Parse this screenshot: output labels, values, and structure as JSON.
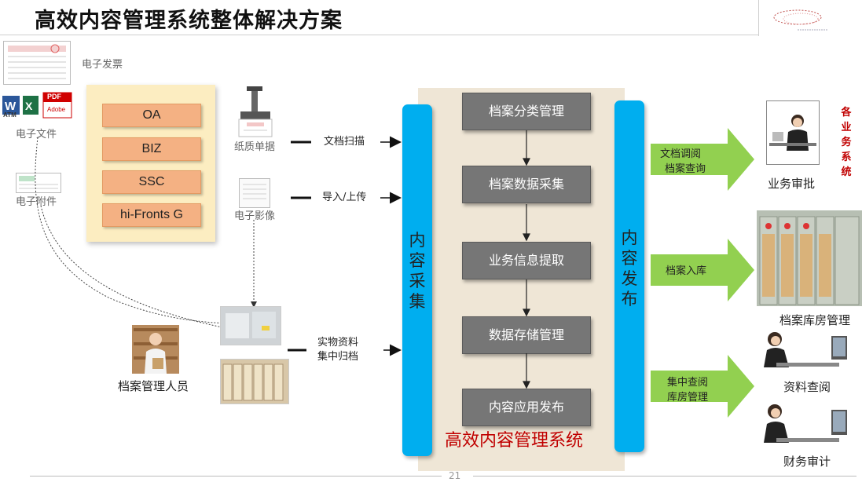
{
  "title": "高效内容管理系统整体解决方案",
  "page_number": "21",
  "sources": {
    "invoice": "电子发票",
    "efile": "电子文件",
    "attachment": "电子附件",
    "paper": "纸质单据",
    "image": "电子影像",
    "archivist": "档案管理人员"
  },
  "file_badges": {
    "pdf": "PDF",
    "adobe": "Adobe",
    "atm": "ATM"
  },
  "systems": [
    "OA",
    "BIZ",
    "SSC",
    "hi-Fronts G"
  ],
  "flows": {
    "scan": "文档扫描",
    "upload": "导入/上传",
    "physical_1": "实物资料",
    "physical_2": "集中归档"
  },
  "collect_bar": "内容采集",
  "publish_bar": "内容发布",
  "process_steps": [
    "档案分类管理",
    "档案数据采集",
    "业务信息提取",
    "数据存储管理",
    "内容应用发布"
  ],
  "system_caption": "高效内容管理系统",
  "outputs": {
    "out1_line1": "文档调阅",
    "out1_line2": "档案查询",
    "out2_line1": "档案入库",
    "out3_line1": "集中查阅",
    "out3_line2": "库房管理"
  },
  "targets": {
    "audit": "业务审批",
    "warehouse": "档案库房管理",
    "lookup": "资料查阅",
    "finance": "财务审计"
  },
  "side_label": "各业务系统",
  "colors": {
    "collect_bar": "#00aeef",
    "process": "#767676",
    "arrow_green": "#92d050",
    "system_item": "#f4b183",
    "system_box": "#fcedc1",
    "caption_red": "#c00000"
  }
}
